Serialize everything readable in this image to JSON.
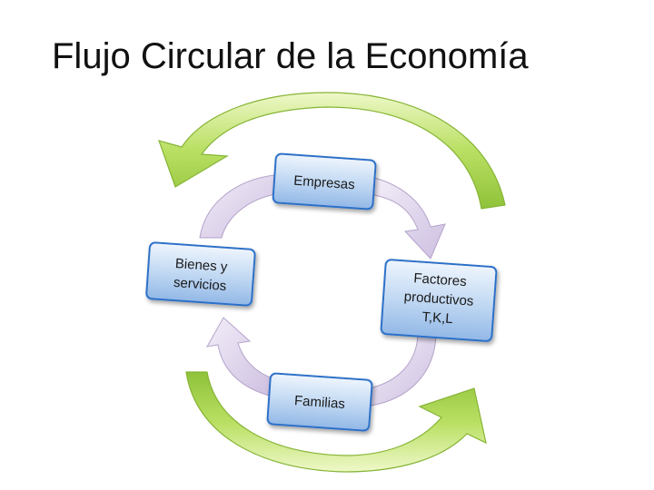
{
  "slide": {
    "title": "Flujo Circular de la Economía"
  },
  "diagram": {
    "nodes": {
      "empresas": {
        "lines": [
          "Empresas"
        ]
      },
      "bienes": {
        "lines": [
          "Bienes y",
          "servicios"
        ]
      },
      "factores": {
        "lines": [
          "Factores",
          "productivos",
          "T,K,L"
        ]
      },
      "familias": {
        "lines": [
          "Familias"
        ]
      }
    },
    "colors": {
      "outer_arrow": "#a6d24a",
      "outer_arrow_light": "#e6f4b8",
      "inner_arrow": "#d9cde6",
      "inner_arrow_stroke": "#b5a3cb",
      "box_fill_top": "#dbe9f8",
      "box_fill_bottom": "#9fc1e8",
      "box_stroke": "#2c6fc9"
    }
  }
}
